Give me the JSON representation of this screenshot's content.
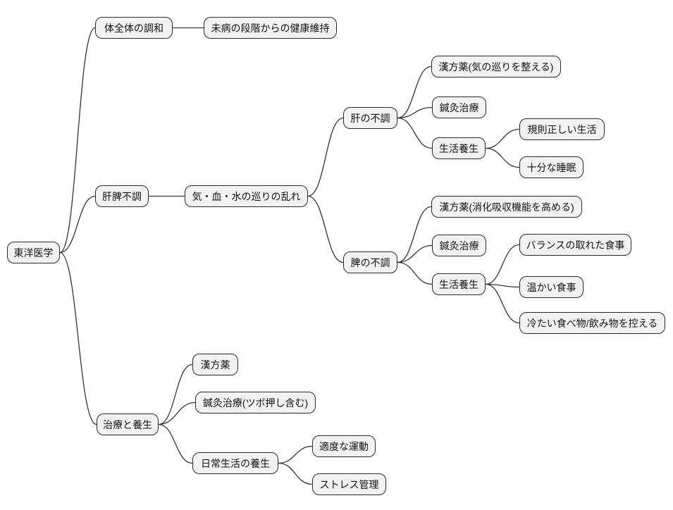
{
  "diagram": {
    "type": "mindmap",
    "title": "東洋医学",
    "style": {
      "background": "#ffffff",
      "node_fill": "#f2f2f2",
      "node_border": "#2b2b2b",
      "text_color": "#111111",
      "line_color": "#333333"
    },
    "root": {
      "id": "root",
      "label": "東洋医学",
      "children": [
        {
          "id": "harmony",
          "label": "体全体の調和",
          "children": [
            {
              "id": "mibyou",
              "label": "未病の段階からの健康維持"
            }
          ]
        },
        {
          "id": "kanpi",
          "label": "肝脾不調",
          "children": [
            {
              "id": "meguri",
              "label": "気・血・水の巡りの乱れ",
              "children": [
                {
                  "id": "kan",
                  "label": "肝の不調",
                  "children": [
                    {
                      "id": "kan-kanpo",
                      "label": "漢方薬(気の巡りを整える)"
                    },
                    {
                      "id": "kan-shinkyu",
                      "label": "鍼灸治療"
                    },
                    {
                      "id": "kan-seikatsu",
                      "label": "生活養生",
                      "children": [
                        {
                          "id": "kisoku",
                          "label": "規則正しい生活"
                        },
                        {
                          "id": "suimin",
                          "label": "十分な睡眠"
                        }
                      ]
                    }
                  ]
                },
                {
                  "id": "hi",
                  "label": "脾の不調",
                  "children": [
                    {
                      "id": "hi-kanpo",
                      "label": "漢方薬(消化吸収機能を高める)"
                    },
                    {
                      "id": "hi-shinkyu",
                      "label": "鍼灸治療"
                    },
                    {
                      "id": "hi-seikatsu",
                      "label": "生活養生",
                      "children": [
                        {
                          "id": "balance",
                          "label": "バランスの取れた食事"
                        },
                        {
                          "id": "atatakai",
                          "label": "温かい食事"
                        },
                        {
                          "id": "tsumetai",
                          "label": "冷たい食べ物/飲み物を控える"
                        }
                      ]
                    }
                  ]
                }
              ]
            }
          ]
        },
        {
          "id": "chiryo",
          "label": "治療と養生",
          "children": [
            {
              "id": "c-kanpo",
              "label": "漢方薬"
            },
            {
              "id": "c-shinkyu",
              "label": "鍼灸治療(ツボ押し含む)"
            },
            {
              "id": "nichijo",
              "label": "日常生活の養生",
              "children": [
                {
                  "id": "undo",
                  "label": "適度な運動"
                },
                {
                  "id": "stress",
                  "label": "ストレス管理"
                }
              ]
            }
          ]
        }
      ]
    }
  }
}
